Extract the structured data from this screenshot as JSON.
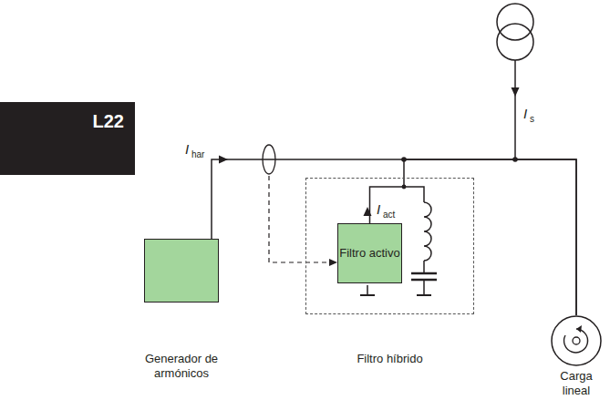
{
  "diagram": {
    "nodes": [
      {
        "text": [
          "L22"
        ]
      },
      {
        "text": [
          "Generador de armónicos"
        ]
      },
      {
        "text": [
          "Filtro híbrido"
        ]
      },
      {
        "text": [
          "Filtro activo"
        ],
        "in": 2
      },
      {
        "text": [
          "Carga lineal"
        ]
      }
    ],
    "edges": [
      {
        "from": 1,
        "to": 4,
        "arrow": "none"
      },
      {
        "from": 3,
        "to": 4,
        "arrow": "none"
      }
    ],
    "labels": [
      "I",
      "har",
      "I",
      "s",
      "I",
      "act"
    ]
  }
}
